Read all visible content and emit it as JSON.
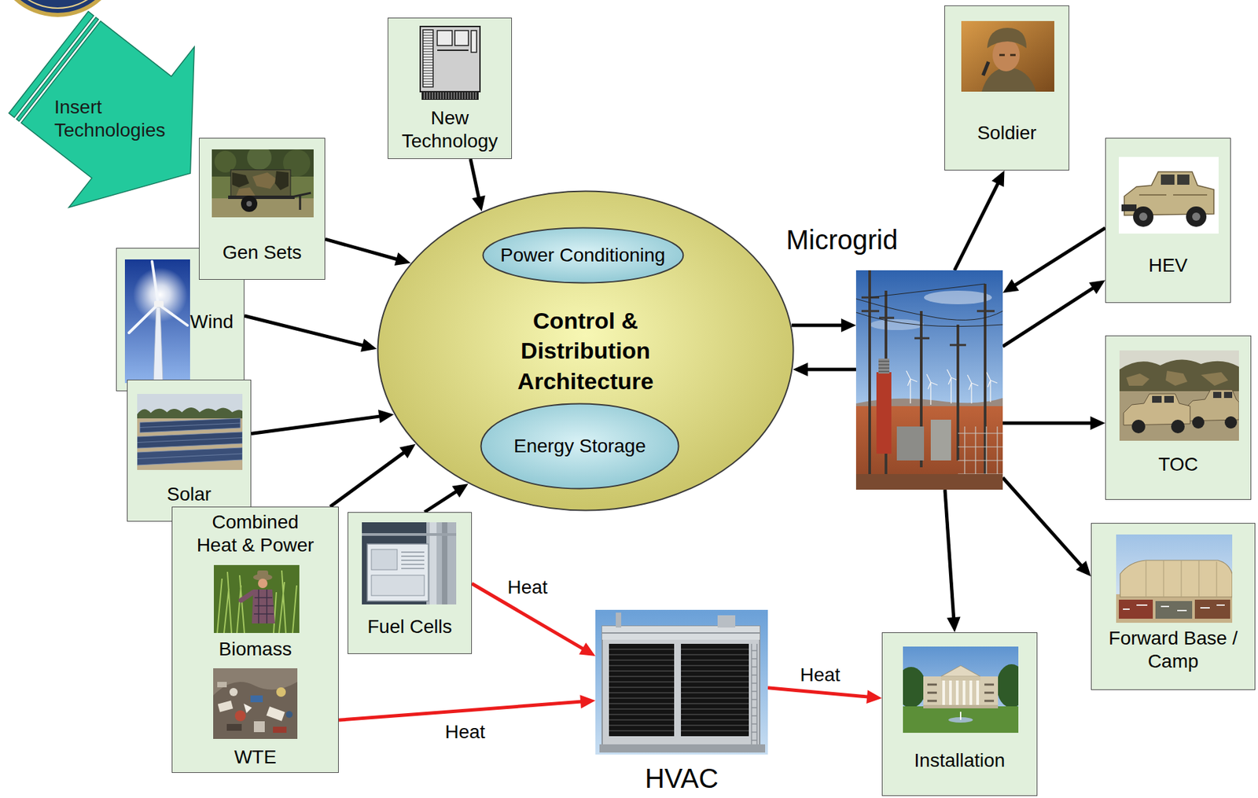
{
  "diagram": {
    "nodes": [
      {
        "text": [
          "Insert Technologies"
        ]
      },
      {
        "text": [
          "New Technology"
        ]
      },
      {
        "text": [
          "Gen Sets"
        ]
      },
      {
        "text": [
          "Wind"
        ]
      },
      {
        "text": [
          "Solar"
        ]
      },
      {
        "text": [
          "Combined Heat & Power",
          "Biomass",
          "WTE"
        ]
      },
      {
        "text": [
          "Fuel Cells"
        ]
      },
      {
        "text": [
          "Control & Distribution Architecture"
        ]
      },
      {
        "text": [
          "Power Conditioning"
        ],
        "in": 7
      },
      {
        "text": [
          "Energy Storage"
        ],
        "in": 7
      },
      {
        "text": [
          "Microgrid"
        ]
      },
      {
        "text": [
          "Soldier"
        ]
      },
      {
        "text": [
          "HEV"
        ]
      },
      {
        "text": [
          "TOC"
        ]
      },
      {
        "text": [
          "Forward Base / Camp"
        ]
      },
      {
        "text": [
          "Installation"
        ]
      },
      {
        "text": [
          "HVAC"
        ]
      }
    ],
    "edges": [
      {
        "from": 1,
        "to": 7,
        "arrow": "to"
      },
      {
        "from": 2,
        "to": 7,
        "arrow": "to"
      },
      {
        "from": 3,
        "to": 7,
        "arrow": "to"
      },
      {
        "from": 4,
        "to": 7,
        "arrow": "to"
      },
      {
        "from": 5,
        "to": 7,
        "arrow": "to"
      },
      {
        "from": 6,
        "to": 7,
        "arrow": "to"
      },
      {
        "from": 6,
        "to": 16,
        "label": "Heat",
        "arrow": "to"
      },
      {
        "from": 5,
        "to": 16,
        "label": "Heat",
        "arrow": "to"
      },
      {
        "from": 16,
        "to": 15,
        "label": "Heat",
        "arrow": "to"
      },
      {
        "from": 7,
        "to": 10,
        "arrow": "to"
      },
      {
        "from": 10,
        "to": 7,
        "arrow": "to"
      },
      {
        "from": 10,
        "to": 11,
        "arrow": "to"
      },
      {
        "from": 12,
        "to": 10,
        "arrow": "to"
      },
      {
        "from": 10,
        "to": 12,
        "arrow": "to"
      },
      {
        "from": 10,
        "to": 13,
        "arrow": "to"
      },
      {
        "from": 10,
        "to": 14,
        "arrow": "to"
      },
      {
        "from": 10,
        "to": 15,
        "arrow": "to"
      }
    ]
  }
}
